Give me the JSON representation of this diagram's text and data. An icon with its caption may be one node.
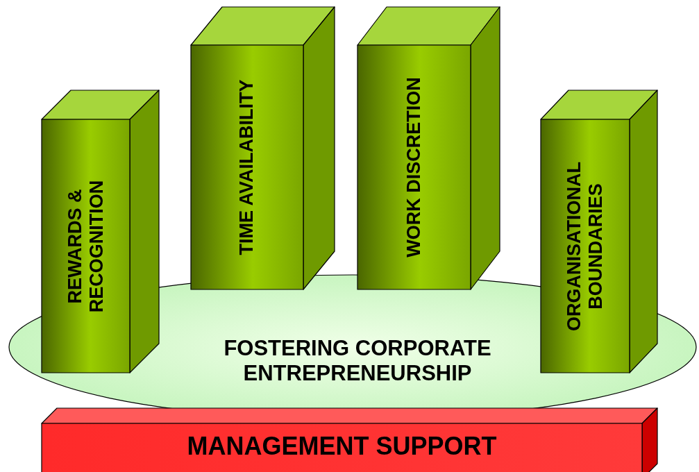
{
  "diagram": {
    "nodes": [
      {
        "text": [
          "FOSTERING CORPORATE ENTREPRENEURSHIP"
        ]
      },
      {
        "text": [
          "REWARDS & RECOGNITION"
        ]
      },
      {
        "text": [
          "TIME AVAILABILITY"
        ]
      },
      {
        "text": [
          "WORK DISCRETION"
        ]
      },
      {
        "text": [
          "ORGANISATIONAL BOUNDARIES"
        ]
      },
      {
        "text": [
          "MANAGEMENT SUPPORT"
        ]
      }
    ],
    "edges": []
  }
}
